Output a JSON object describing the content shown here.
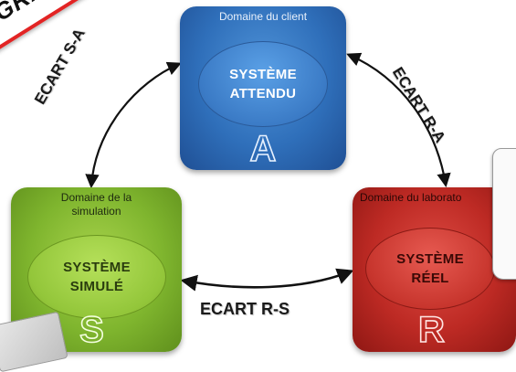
{
  "banner": {
    "text": "GRAMME"
  },
  "nodes": {
    "a": {
      "domain": "Domaine du client",
      "line1": "SYSTÈME",
      "line2": "ATTENDU",
      "letter": "A",
      "color": "#2f6fba"
    },
    "s": {
      "domain_line1": "Domaine de la",
      "domain_line2": "simulation",
      "line1": "SYSTÈME",
      "line2": "SIMULÉ",
      "letter": "S",
      "color": "#7fb52e"
    },
    "r": {
      "domain": "Domaine du laborato",
      "line1": "SYSTÈME",
      "line2": "RÉEL",
      "letter": "R",
      "color": "#bd2a24"
    }
  },
  "edges": {
    "sa": {
      "label": "ECART S-A"
    },
    "ra": {
      "label": "ECART R-A"
    },
    "rs": {
      "label": "ECART R-S"
    }
  }
}
